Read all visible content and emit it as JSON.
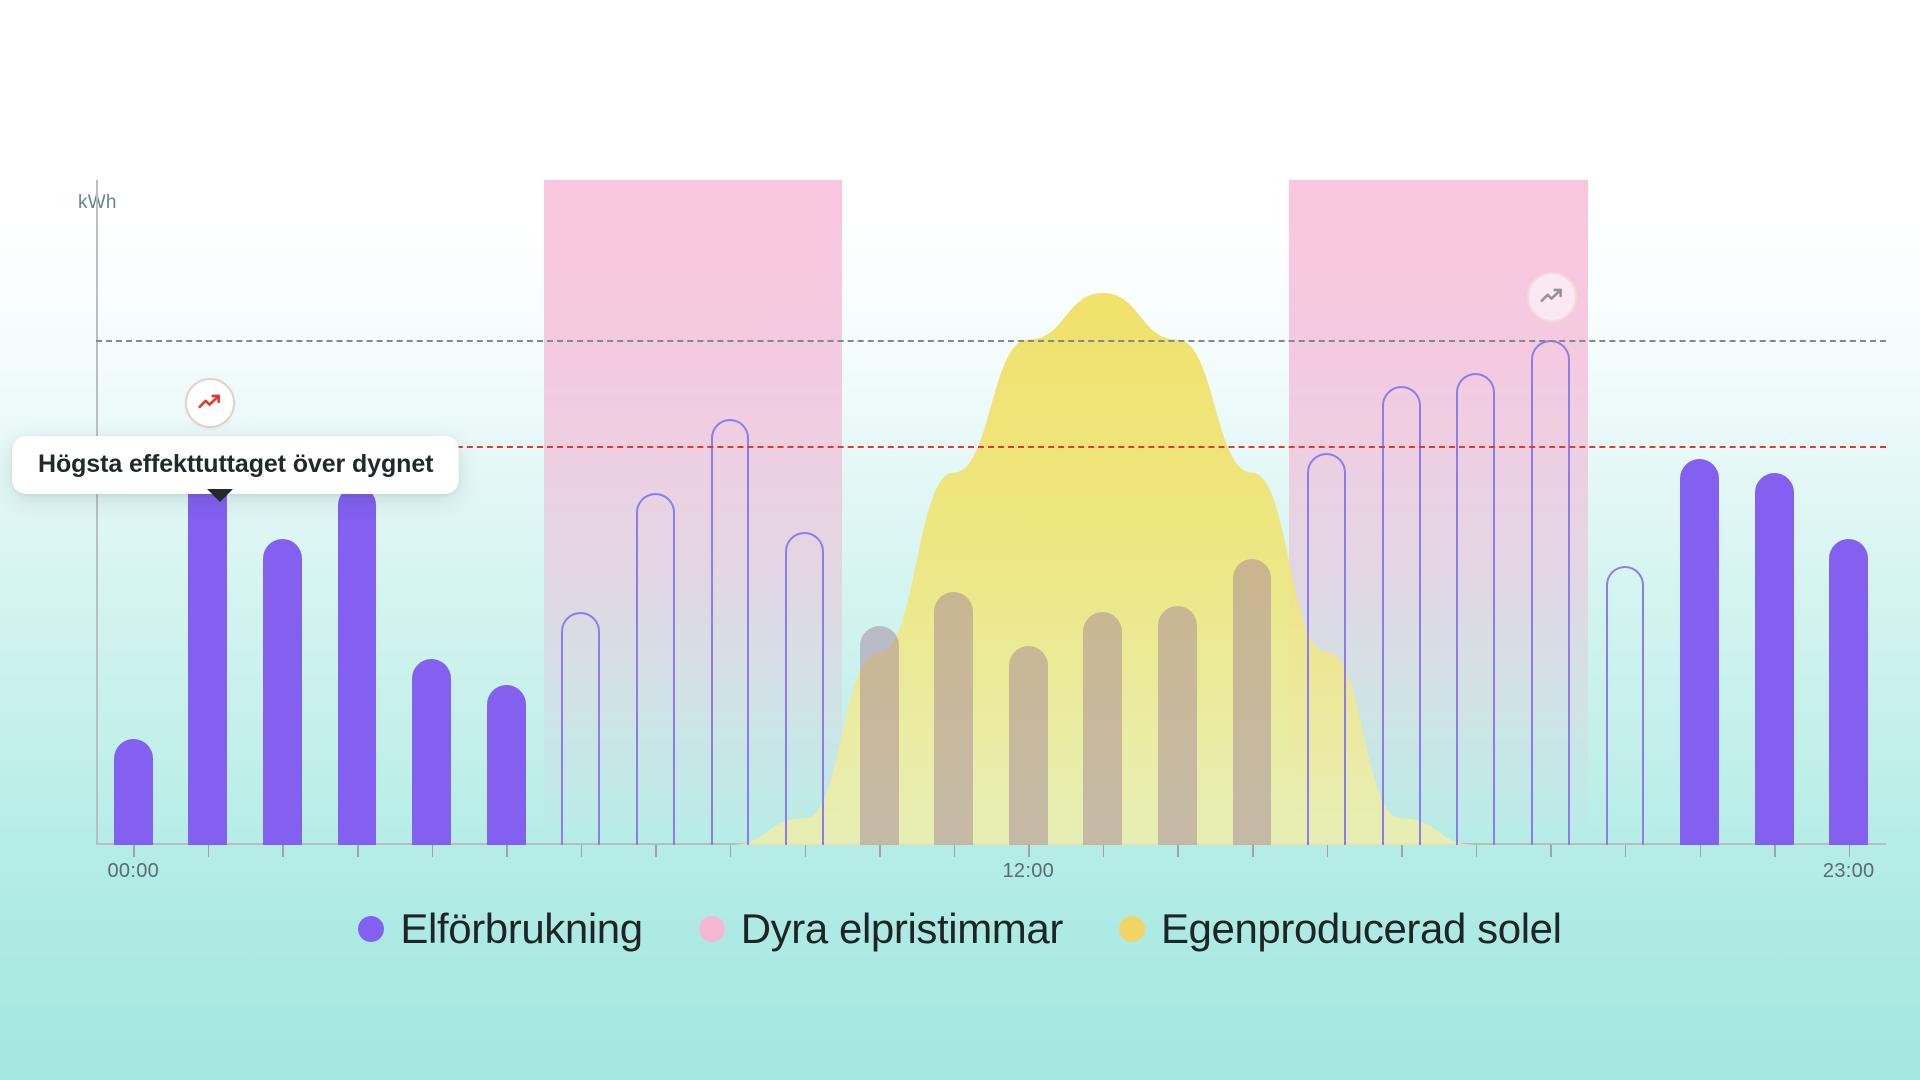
{
  "axis": {
    "y_unit_label": "kWh",
    "x_ticks": [
      "00:00",
      "12:00",
      "23:00"
    ],
    "x_tick_positions": [
      0,
      12,
      23
    ]
  },
  "tooltip": {
    "text": "Högsta effekttuttaget över dygnet",
    "icon": "trending-up-icon"
  },
  "badges": [
    {
      "icon": "trending-up-icon",
      "state": "active"
    },
    {
      "icon": "trending-up-icon",
      "state": "dimmed"
    }
  ],
  "legend": {
    "items": [
      {
        "label": "Elförbrukning",
        "color": "#8360f0",
        "key": "consumption"
      },
      {
        "label": "Dyra elpristimmar",
        "color": "#f5b6d4",
        "key": "expensive-hours"
      },
      {
        "label": "Egenproducerad solel",
        "color": "#f2d465",
        "key": "solar"
      }
    ]
  },
  "colors": {
    "consumption_bar": "#8360f0",
    "consumption_outline": "#8e7ceb",
    "expensive_band": "#f4a3c9",
    "solar_fill": "#f0e26a",
    "peak_line": "#e23b2e",
    "secondary_line": "#7f8b8c",
    "background_top": "#ffffff",
    "background_bottom": "#a3e8e1"
  },
  "chart_data": {
    "type": "bar",
    "title": "",
    "subtitle": "",
    "xlabel": "",
    "ylabel": "kWh",
    "ylim": [
      0,
      10
    ],
    "grid": false,
    "legend_position": "bottom",
    "categories": [
      "00:00",
      "01:00",
      "02:00",
      "03:00",
      "04:00",
      "05:00",
      "06:00",
      "07:00",
      "08:00",
      "09:00",
      "10:00",
      "11:00",
      "12:00",
      "13:00",
      "14:00",
      "15:00",
      "16:00",
      "17:00",
      "18:00",
      "19:00",
      "20:00",
      "21:00",
      "22:00",
      "23:00"
    ],
    "series": [
      {
        "name": "Elförbrukning",
        "type": "bar",
        "color": "#8360f0",
        "values": [
          1.6,
          6.0,
          4.6,
          5.4,
          2.8,
          2.4,
          3.5,
          5.3,
          6.4,
          4.7,
          3.3,
          3.8,
          3.0,
          3.5,
          3.6,
          4.3,
          5.9,
          6.9,
          7.1,
          7.6,
          4.2,
          5.8,
          5.6,
          4.6,
          3.2
        ],
        "render_modes": [
          "solid",
          "solid",
          "solid",
          "solid",
          "solid",
          "solid",
          "ghost",
          "ghost",
          "ghost",
          "ghost",
          "muted",
          "muted",
          "muted",
          "muted",
          "muted",
          "muted",
          "ghost",
          "ghost",
          "ghost",
          "ghost",
          "ghost",
          "solid",
          "solid",
          "solid"
        ]
      },
      {
        "name": "Egenproducerad solel",
        "type": "area",
        "color": "#f0e26a",
        "values": [
          0,
          0,
          0,
          0,
          0,
          0,
          0,
          0,
          0,
          0.4,
          2.9,
          5.6,
          7.6,
          8.3,
          7.6,
          5.6,
          2.9,
          0.4,
          0,
          0,
          0,
          0,
          0,
          0
        ]
      }
    ],
    "bands": [
      {
        "name": "Dyra elpristimmar",
        "color": "#f4a3c9",
        "start": "06:00",
        "end": "09:00"
      },
      {
        "name": "Dyra elpristimmar",
        "color": "#f4a3c9",
        "start": "16:00",
        "end": "19:00"
      }
    ],
    "reference_lines": [
      {
        "name": "Högsta effekttuttaget över dygnet",
        "value": 6.0,
        "color": "#e23b2e",
        "style": "dashed"
      },
      {
        "name": "secondary",
        "value": 7.6,
        "color": "#7f8b8c",
        "style": "dashed"
      }
    ]
  }
}
